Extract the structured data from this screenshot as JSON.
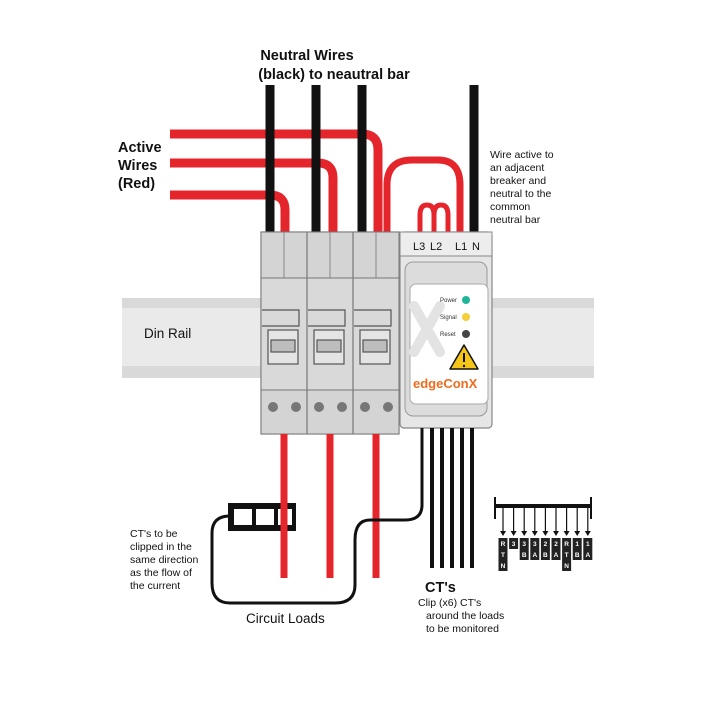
{
  "labels": {
    "neutral_wires": [
      "Neutral Wires",
      "(black) to neautral bar"
    ],
    "active_wires": [
      "Active",
      "Wires",
      "(Red)"
    ],
    "wire_active_note": [
      "Wire active to",
      "an adjacent",
      "breaker and",
      "neutral to the",
      "common",
      "neutral bar"
    ],
    "din_rail": "Din Rail",
    "cts_clip_note": [
      "CT's to be",
      "clipped in the",
      "same direction",
      "as the flow of",
      "the current"
    ],
    "circuit_loads": "Circuit Loads",
    "cts_title": "CT's",
    "cts_note": [
      "Clip (x6) CT's",
      "around the loads",
      "to be monitored"
    ]
  },
  "device": {
    "terminals": [
      "L3",
      "L2",
      "L1",
      "N"
    ],
    "leds": [
      {
        "label": "Power",
        "color": "#1fb59a"
      },
      {
        "label": "Signal",
        "color": "#f5cf3a"
      },
      {
        "label": "Reset",
        "color": "#444444"
      }
    ],
    "brand": "edgeConX",
    "warning_icon": "warning-triangle-icon"
  },
  "connector_pins": [
    [
      "R",
      "T",
      "N"
    ],
    [
      "3"
    ],
    [
      "3",
      "B"
    ],
    [
      "3",
      "A"
    ],
    [
      "2",
      "B"
    ],
    [
      "2",
      "A"
    ],
    [
      "R",
      "T",
      "N"
    ],
    [
      "1",
      "B"
    ],
    [
      "1",
      "A"
    ]
  ],
  "colors": {
    "active_wire": "#e4262c",
    "neutral_wire": "#111111",
    "rail": "#e8e8e8",
    "breaker": "#c9c9c9",
    "device_body": "#e9e9e9",
    "brand": "#f26a1b",
    "warning": "#f5c518"
  }
}
